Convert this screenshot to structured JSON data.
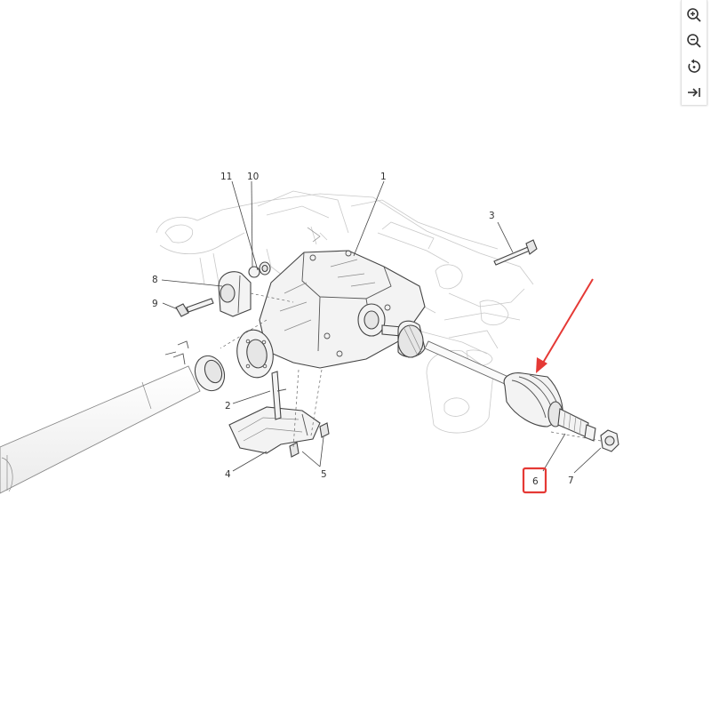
{
  "toolbar": {
    "buttons": [
      {
        "name": "zoom-in-button",
        "icon": "zoom-in-icon"
      },
      {
        "name": "zoom-out-button",
        "icon": "zoom-out-icon"
      },
      {
        "name": "reset-view-button",
        "icon": "rotate-reset-icon"
      },
      {
        "name": "next-button",
        "icon": "arrow-to-right-icon"
      }
    ]
  },
  "callouts": {
    "c1": "1",
    "c2": "2",
    "c3": "3",
    "c4": "4",
    "c5": "5",
    "c6": "6",
    "c7": "7",
    "c8": "8",
    "c9": "9",
    "c10": "10",
    "c11": "11"
  },
  "highlight": {
    "callout": "6",
    "color": "#e53935"
  },
  "arrow": {
    "color": "#e53935"
  }
}
